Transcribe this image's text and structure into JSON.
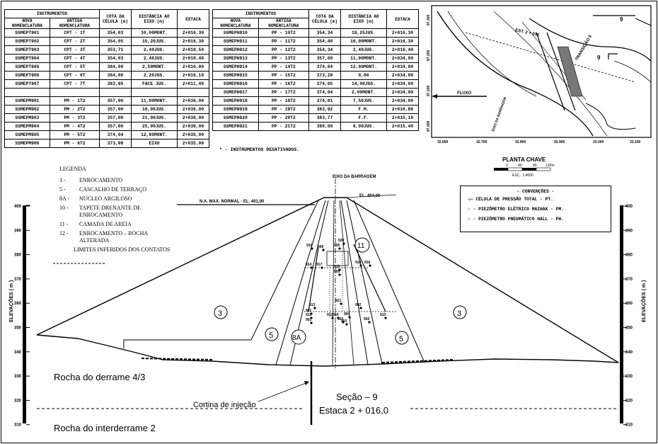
{
  "table_left": {
    "group_header": "INSTRUMENTOS",
    "col_new": "NOVA NOMENCLATURA",
    "col_old": "ANTIGA NOMENCLATURA",
    "col_cota": "COTA DA CÉLULA (m)",
    "col_dist": "DISTÂNCIA AO EIXO (m)",
    "col_estaca": "ESTACA",
    "rows": [
      [
        "SSMEPT901",
        "CPT - 1T",
        "354,03",
        "10,00MONT.",
        "2+016,30"
      ],
      [
        "SSMEPT902",
        "CPT - 2T",
        "354,05",
        "15,20JUS.",
        "2+016,30"
      ],
      [
        "SSMEPT903",
        "CPT - 3T",
        "353,71",
        "2,40JUS.",
        "2+019,50"
      ],
      [
        "SSMEPT904",
        "CPT - 4T",
        "354,03",
        "2,40JUS.",
        "2+019,40"
      ],
      [
        "SSMEPT905",
        "CPT - 5T",
        "384,00",
        "2,50MONT.",
        "2+010,90"
      ],
      [
        "SSMEPT906",
        "CPT - 6T",
        "384,00",
        "2,20JUS.",
        "2+016,10"
      ],
      [
        "SSMEPT907",
        "CPT - 7T",
        "383,95",
        "FACE JUS.",
        "2+011,40"
      ],
      [
        "",
        "",
        "",
        "",
        ""
      ],
      [
        "SSMEPM901",
        "PM - 1T2",
        "357,00",
        "11,90MONT.",
        "2+036,00"
      ],
      [
        "SSMEPM902",
        "PM - 2T2",
        "357,00",
        "10,00JUS.",
        "2+036,00"
      ],
      [
        "SSMEPM903",
        "PM - 3T2",
        "357,00",
        "21,00JUS.",
        "2+036,00"
      ],
      [
        "SSMEPM904",
        "PM - 4T2",
        "357,00",
        "25,00JUS.",
        "2+039,00"
      ],
      [
        "SSMEPM905",
        "PM - 5T2",
        "374,04",
        "12,90MONT.",
        "2+035,00"
      ],
      [
        "SSMEPM906",
        "PM - 6T2",
        "373,99",
        "EIXO",
        "2+035,00"
      ]
    ]
  },
  "table_right": {
    "group_header": "INSTRUMENTOS",
    "col_new": "NOVA NOMENCLATURA",
    "col_old": "ANTIGA NOMENCLATURA",
    "col_cota": "COTA DA CÉLULA (m)",
    "col_dist": "DISTÂNCIA AO EIXO (m)",
    "col_estaca": "ESTACA",
    "rows": [
      [
        "SSMEPH910",
        "PP - 10T2",
        "354,34",
        "19,25JUS.",
        "2+016,30"
      ],
      [
        "SSMEPH911",
        "PP - 11T2",
        "354,40",
        "10,00MONT.",
        "2+016,30"
      ],
      [
        "SSMEPH912",
        "PP - 12T2",
        "354,34",
        "2,40JUS.",
        "2+016,40"
      ],
      [
        "SSMEPH913",
        "PP - 13T2",
        "357,00",
        "11,90MONT.",
        "2+034,00"
      ],
      [
        "SSMEPH914",
        "PP - 14T2",
        "374,04",
        "12,00MONT.",
        "2+034,00"
      ],
      [
        "SSMEPH915",
        "PP - 15T2",
        "373,29",
        "0,00",
        "2+034,00"
      ],
      [
        "SSMEPH916",
        "PP - 16T2",
        "374,05",
        "14,00JUS.",
        "2+034,00"
      ],
      [
        "SSMEPH917",
        "PP - 17T2",
        "374,04",
        "2,00MONT.",
        "2+034,00"
      ],
      [
        "SSMEPH918",
        "PP - 18T2",
        "374,01",
        "7,50JUS.",
        "2+034,00"
      ],
      [
        "SSMEPH919",
        "PP - 19T2",
        "383,92",
        "F.M.",
        "2+010,90"
      ],
      [
        "SSMEPH920",
        "PP - 20T2",
        "383,77",
        "F.F.",
        "2+015,10"
      ],
      [
        "SSMEPH921",
        "PP - 21T2",
        "380,00",
        "6,00JUS.",
        "2+015,40"
      ]
    ],
    "note": "* - INSTRUMENTOS DESATIVADOS."
  },
  "planta": {
    "title": "PLANTA CHAVE",
    "scale_ticks": [
      "0",
      "40",
      "80",
      "120m"
    ],
    "scale_caption": "ESC.: 1:4000",
    "labels": [
      "EST. 2 + 016",
      "TRANSIÇÃO II",
      "FLUXO",
      "EIXO DA BARRAGEM",
      "9",
      "9"
    ],
    "y_ticks": [
      "97.300",
      "97.200",
      "97.100",
      "97.000"
    ],
    "x_ticks": [
      "32.600",
      "32.700",
      "32.800",
      "32.900",
      "33.000",
      "33.100"
    ]
  },
  "legend": {
    "title": "LEGENDA",
    "items": [
      {
        "k": "3 -",
        "v": "ENROCAMENTO"
      },
      {
        "k": "5 -",
        "v": "CASCALHO DE TERRAÇO"
      },
      {
        "k": "8A -",
        "v": "NÚCLEO ARGILOSO"
      },
      {
        "k": "10 -",
        "v": "TAPETE DRENANTE DE ENROCAMENTO"
      },
      {
        "k": "11 -",
        "v": "CAMADA DE AREIA"
      },
      {
        "k": "12 -",
        "v": "ENROCAMENTO – ROCHA ALTERADA"
      }
    ],
    "dashed_label": "LIMITES INFERIDOS DOS CONTATOS"
  },
  "conventions": {
    "title": "- CONVENÇÕES -",
    "items": [
      "◁— CÉLULA DE PRESSÃO TOTAL - PT.",
      "○ - PIEZÔMETRO ELÉTRICO MAIHAK - PM.",
      "○ - PIEZÔMETRO PNEUMÁTICO HALL - PH."
    ]
  },
  "section": {
    "eixo_label": "EIXO DA BARRAGEM",
    "na_label": "N.A. MAX. NORMAL - EL. 401,00",
    "crest_label": "EL. 404,00",
    "zone_3": "3",
    "zone_5": "5",
    "zone_8a": "8A",
    "zone_11": "11",
    "rock_top": "Rocha do derrame 4/3",
    "rock_bottom": "Rocha do interderrame 2",
    "cortina": "Cortina de injeção",
    "secao": "Seção – 9",
    "estaca": "Estaca 2 + 016,0",
    "axis_label": "ELEVAÇÕES  ( m )",
    "elevations": [
      "400",
      "390",
      "380",
      "370",
      "360",
      "350",
      "340",
      "330",
      "320",
      "310"
    ],
    "instrument_labels": [
      "920",
      "906",
      "919",
      "905",
      "917",
      "918",
      "916",
      "914",
      "915",
      "921",
      "913",
      "902",
      "903",
      "904",
      "901",
      "911",
      "912",
      "904",
      "903",
      "910",
      "902",
      "901",
      "905"
    ]
  }
}
